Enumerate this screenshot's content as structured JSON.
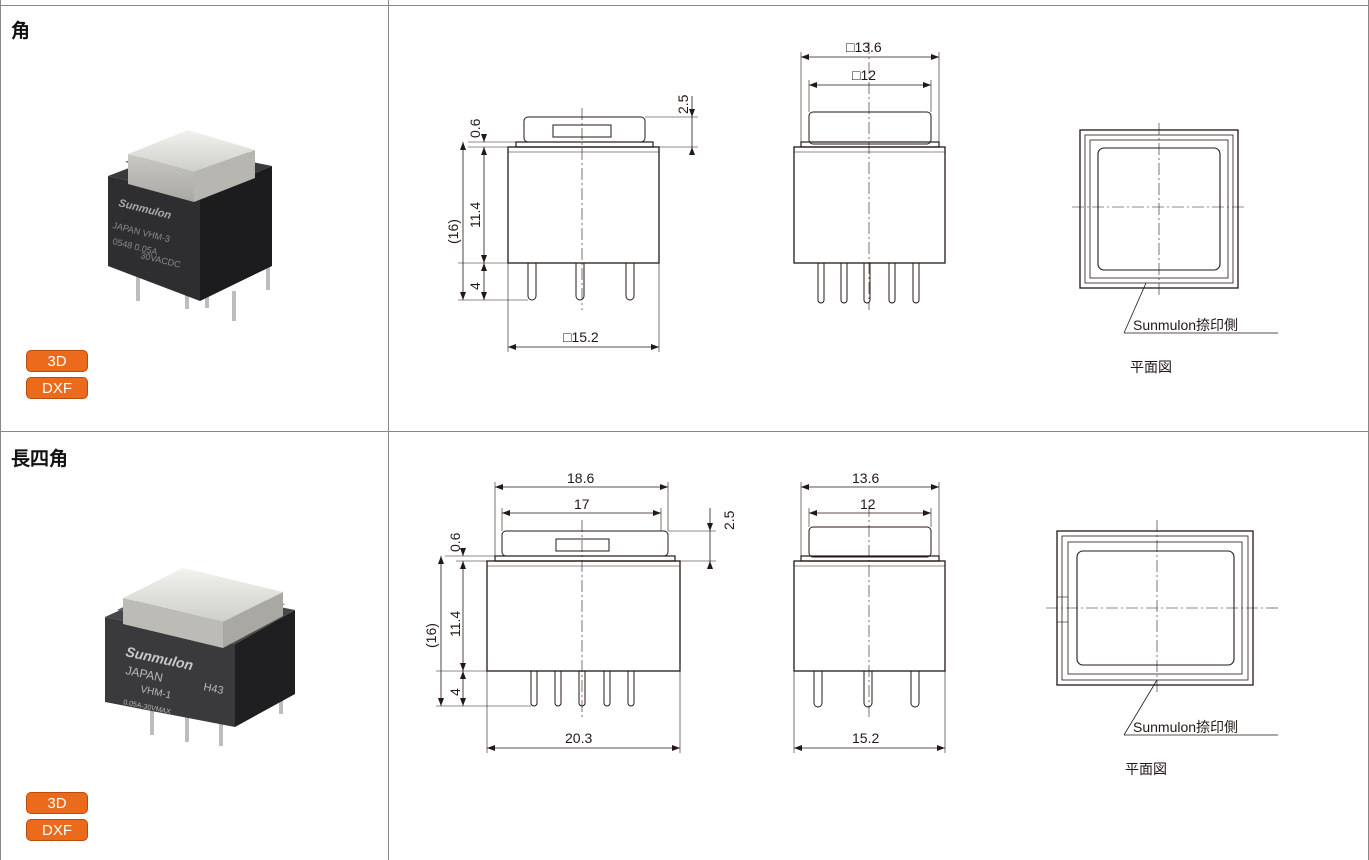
{
  "rows": [
    {
      "title": "角",
      "buttons": {
        "b3d": "3D",
        "dxf": "DXF"
      },
      "dims": {
        "front_top_offset": "2.5",
        "front_ring": "0.6",
        "front_body": "11.4",
        "front_total": "(16)",
        "front_pin": "4",
        "front_width": "□15.2",
        "side_outer": "□13.6",
        "side_inner": "□12"
      },
      "label_side": "Sunmulon捺印側",
      "label_plan": "平面図"
    },
    {
      "title": "長四角",
      "buttons": {
        "b3d": "3D",
        "dxf": "DXF"
      },
      "dims": {
        "front_outer": "18.6",
        "front_inner": "17",
        "front_top_offset": "2.5",
        "front_ring": "0.6",
        "front_body": "11.4",
        "front_total": "(16)",
        "front_pin": "4",
        "front_width": "20.3",
        "side_outer": "13.6",
        "side_inner": "12",
        "side_width": "15.2"
      },
      "label_side": "Sunmulon捺印側",
      "label_plan": "平面図"
    }
  ],
  "colors": {
    "button": "#ec6a1c",
    "grid": "#888888",
    "line": "#231815"
  }
}
